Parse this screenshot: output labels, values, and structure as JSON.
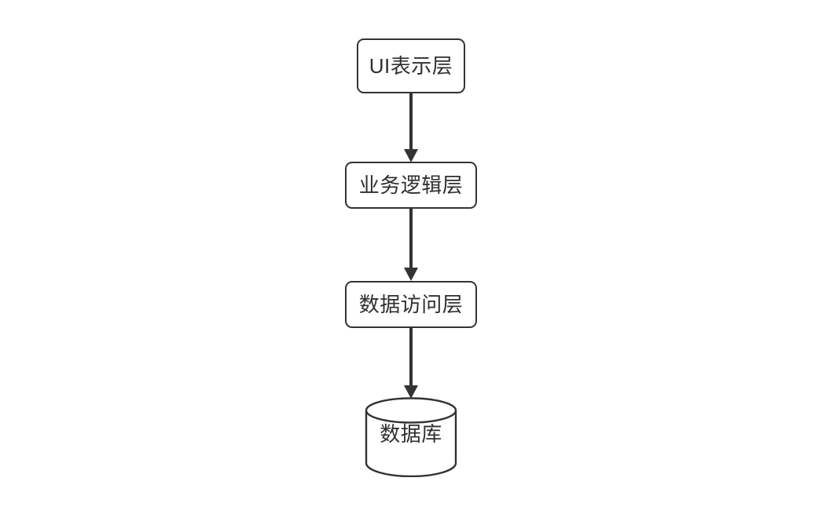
{
  "diagram": {
    "title": "",
    "background_color": "#ffffff",
    "stroke_color": "#333333",
    "text_color": "#2f2f2f",
    "nodes": [
      {
        "id": "ui",
        "label": "UI表示层",
        "shape": "rounded-rect"
      },
      {
        "id": "logic",
        "label": "业务逻辑层",
        "shape": "rounded-rect"
      },
      {
        "id": "data_access",
        "label": "数据访问层",
        "shape": "rounded-rect"
      },
      {
        "id": "database",
        "label": "数据库",
        "shape": "cylinder"
      }
    ],
    "edges": [
      {
        "id": "edge-ui-logic",
        "from": "ui",
        "to": "logic",
        "label": "",
        "arrow": "down"
      },
      {
        "id": "edge-logic-data-access",
        "from": "logic",
        "to": "data_access",
        "label": "",
        "arrow": "down"
      },
      {
        "id": "edge-data-access-database",
        "from": "data_access",
        "to": "database",
        "label": "",
        "arrow": "down"
      }
    ]
  }
}
